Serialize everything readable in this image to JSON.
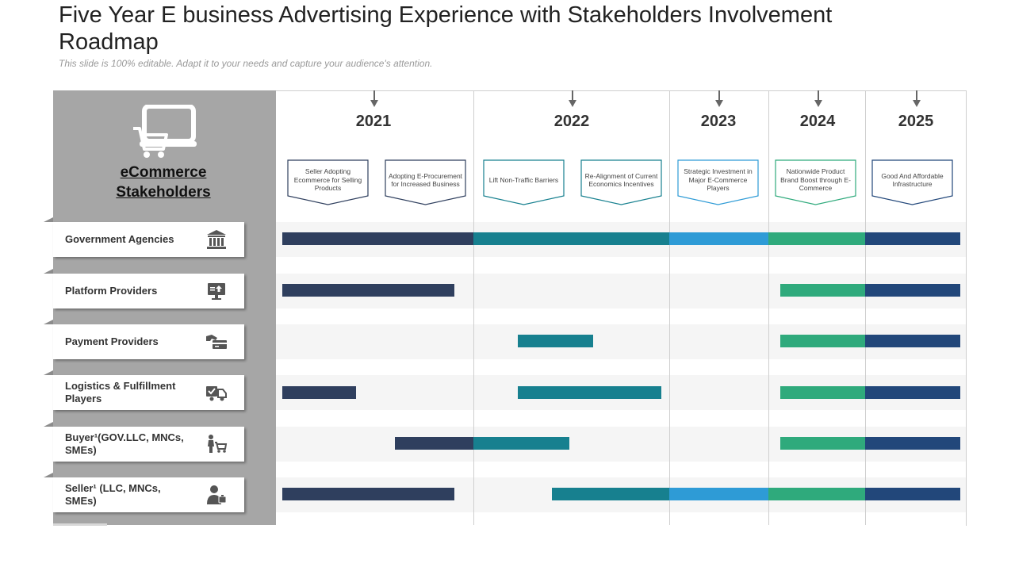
{
  "title": "Five Year E business Advertising Experience with Stakeholders Involvement Roadmap",
  "subtitle": "This slide is 100% editable. Adapt it to your needs and capture your audience's attention.",
  "panel": {
    "label_line1": "eCommerce",
    "label_line2": "Stakeholders",
    "icon": "laptop-shopping-cart-icon"
  },
  "colors": {
    "navy": "#2f3f5e",
    "teal": "#17808f",
    "blue": "#2e9bd6",
    "green": "#2faa7c",
    "darkblue": "#22477a",
    "panel_gray": "#a6a6a6"
  },
  "years": [
    {
      "label": "2021"
    },
    {
      "label": "2022"
    },
    {
      "label": "2023"
    },
    {
      "label": "2024"
    },
    {
      "label": "2025"
    }
  ],
  "milestones": [
    {
      "text": "Seller Adopting Ecommerce for Selling Products",
      "color": "#2f3f5e"
    },
    {
      "text": "Adopting E-Procurement for Increased Business",
      "color": "#2f3f5e"
    },
    {
      "text": "Lift Non-Traffic Barriers",
      "color": "#17808f"
    },
    {
      "text": "Re-Alignment of Current Economics Incentives",
      "color": "#17808f"
    },
    {
      "text": "Strategic Investment in Major E-Commerce Players",
      "color": "#2e9bd6"
    },
    {
      "text": "Nationwide Product Brand Boost through E-Commerce",
      "color": "#2faa7c"
    },
    {
      "text": "Good And Affordable Infrastructure",
      "color": "#22477a"
    }
  ],
  "stakeholders": [
    {
      "label": "Government Agencies",
      "icon": "government-building-icon"
    },
    {
      "label": "Platform Providers",
      "icon": "monitor-upload-icon"
    },
    {
      "label": "Payment Providers",
      "icon": "hand-card-payment-icon"
    },
    {
      "label": "Logistics & Fulfillment Players",
      "icon": "delivery-truck-icon"
    },
    {
      "label": "Buyer¹(GOV.LLC, MNCs, SMEs)",
      "icon": "shopper-cart-icon"
    },
    {
      "label": "Seller¹ (LLC, MNCs, SMEs)",
      "icon": "businessperson-icon"
    }
  ]
}
